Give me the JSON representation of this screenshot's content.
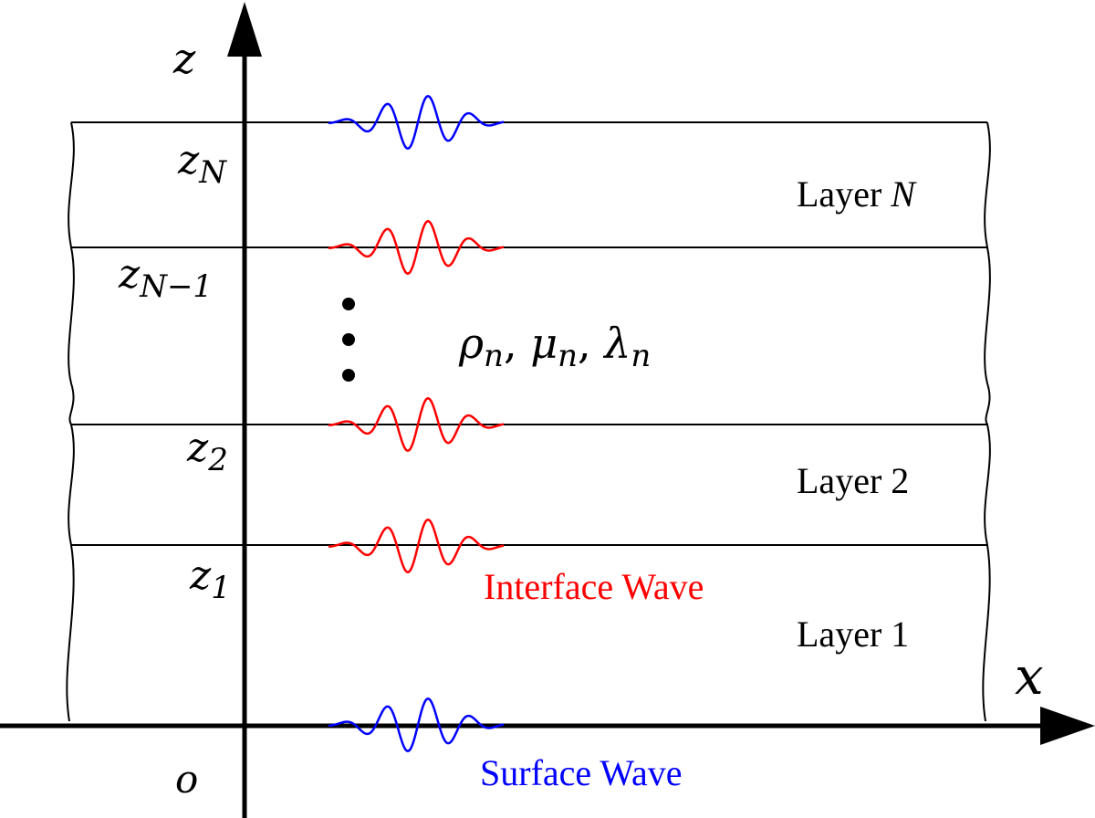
{
  "axes": {
    "vertical_label": "z",
    "horizontal_label": "x",
    "origin_label": "o"
  },
  "interfaces": [
    {
      "id": "z1",
      "base": "z",
      "subscript": "1"
    },
    {
      "id": "z2",
      "base": "z",
      "subscript": "2"
    },
    {
      "id": "zN-1",
      "base": "z",
      "subscript": "N−1"
    },
    {
      "id": "zN",
      "base": "z",
      "subscript": "N"
    }
  ],
  "layers": {
    "layer_1": {
      "text": "Layer 1"
    },
    "layer_2": {
      "text": "Layer 2"
    },
    "layer_N": {
      "text": "Layer ",
      "var": "N"
    }
  },
  "params": {
    "rho": "ρ",
    "mu": "μ",
    "lambda": "λ",
    "sub": "n",
    "sep": ", "
  },
  "labels": {
    "interface_wave": "Interface Wave",
    "surface_wave": "Surface Wave"
  },
  "colors": {
    "interface_wave": "#ff0000",
    "surface_wave": "#0000ff",
    "lines": "#000000"
  }
}
